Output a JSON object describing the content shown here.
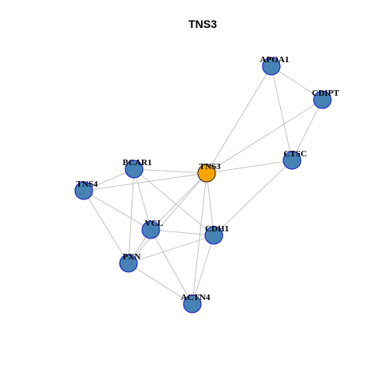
{
  "title": "TNS3",
  "colors": {
    "node_fill": "#4682b4",
    "node_stroke": "#1a1ad0",
    "highlight_fill": "#ffa500",
    "highlight_stroke": "#222222",
    "edge": "#b4b4b4"
  },
  "network": {
    "highlight": "TNS3",
    "nodes": [
      "APOA1",
      "CDIPT",
      "CTSC",
      "TNS3",
      "BCAR1",
      "TNS4",
      "VCL",
      "CDH1",
      "PXN",
      "ACTN4"
    ],
    "edges": [
      [
        "APOA1",
        "CDIPT"
      ],
      [
        "APOA1",
        "CTSC"
      ],
      [
        "APOA1",
        "TNS3"
      ],
      [
        "CDIPT",
        "CTSC"
      ],
      [
        "CDIPT",
        "TNS3"
      ],
      [
        "CTSC",
        "TNS3"
      ],
      [
        "CTSC",
        "CDH1"
      ],
      [
        "BCAR1",
        "TNS3"
      ],
      [
        "BCAR1",
        "TNS4"
      ],
      [
        "BCAR1",
        "VCL"
      ],
      [
        "BCAR1",
        "PXN"
      ],
      [
        "BCAR1",
        "CDH1"
      ],
      [
        "TNS4",
        "TNS3"
      ],
      [
        "TNS4",
        "VCL"
      ],
      [
        "TNS4",
        "PXN"
      ],
      [
        "TNS3",
        "VCL"
      ],
      [
        "TNS3",
        "PXN"
      ],
      [
        "TNS3",
        "CDH1"
      ],
      [
        "TNS3",
        "ACTN4"
      ],
      [
        "VCL",
        "CDH1"
      ],
      [
        "VCL",
        "PXN"
      ],
      [
        "VCL",
        "ACTN4"
      ],
      [
        "CDH1",
        "PXN"
      ],
      [
        "CDH1",
        "ACTN4"
      ],
      [
        "PXN",
        "ACTN4"
      ]
    ]
  }
}
